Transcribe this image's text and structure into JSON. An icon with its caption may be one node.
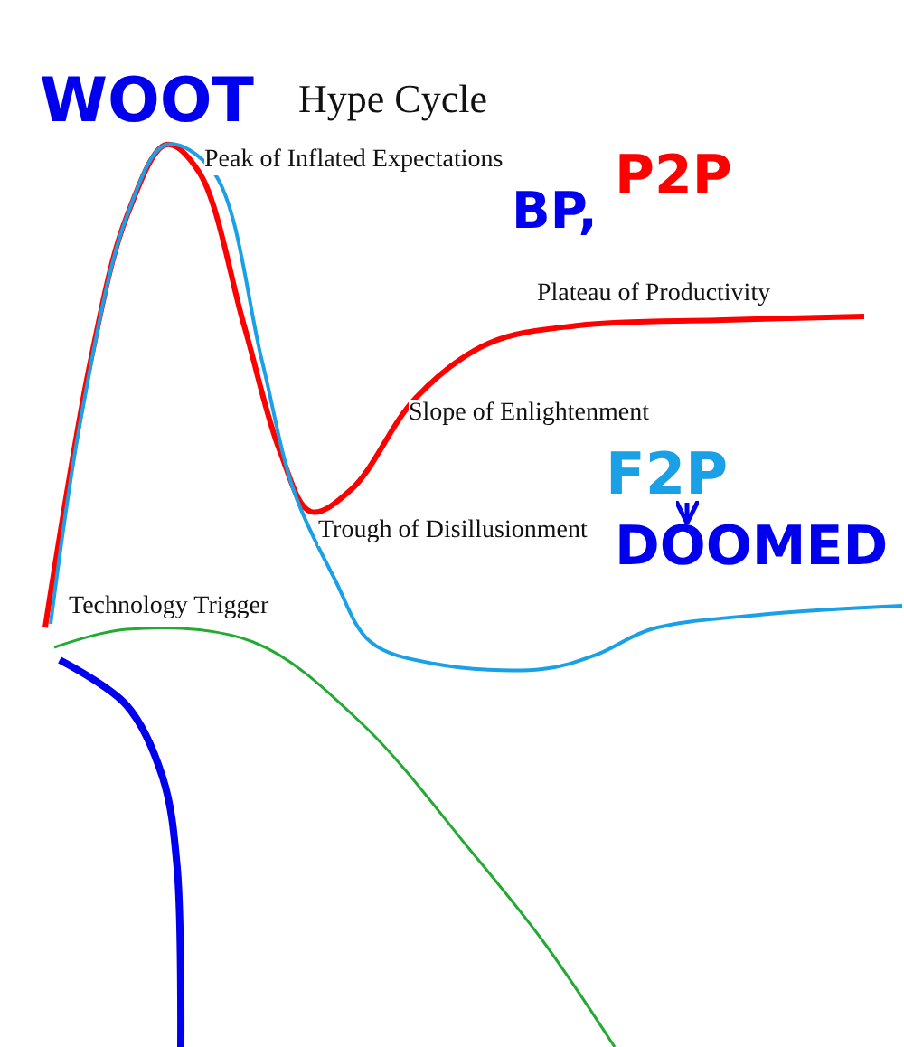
{
  "diagram": {
    "title": "Hype Cycle",
    "nodes": [
      {
        "text": [
          "F2P"
        ]
      },
      {
        "text": [
          "DOOMED"
        ]
      }
    ],
    "edges": [
      {
        "from": 0,
        "to": 1,
        "arrow": "to",
        "color": "#0000ee"
      }
    ],
    "labels": [
      "WOOT",
      "Peak of Inflated Expectations",
      "BP,",
      "P2P",
      "Plateau of Productivity",
      "Slope of Enlightenment",
      "Trough of Disillusionment",
      "Technology Trigger"
    ]
  }
}
